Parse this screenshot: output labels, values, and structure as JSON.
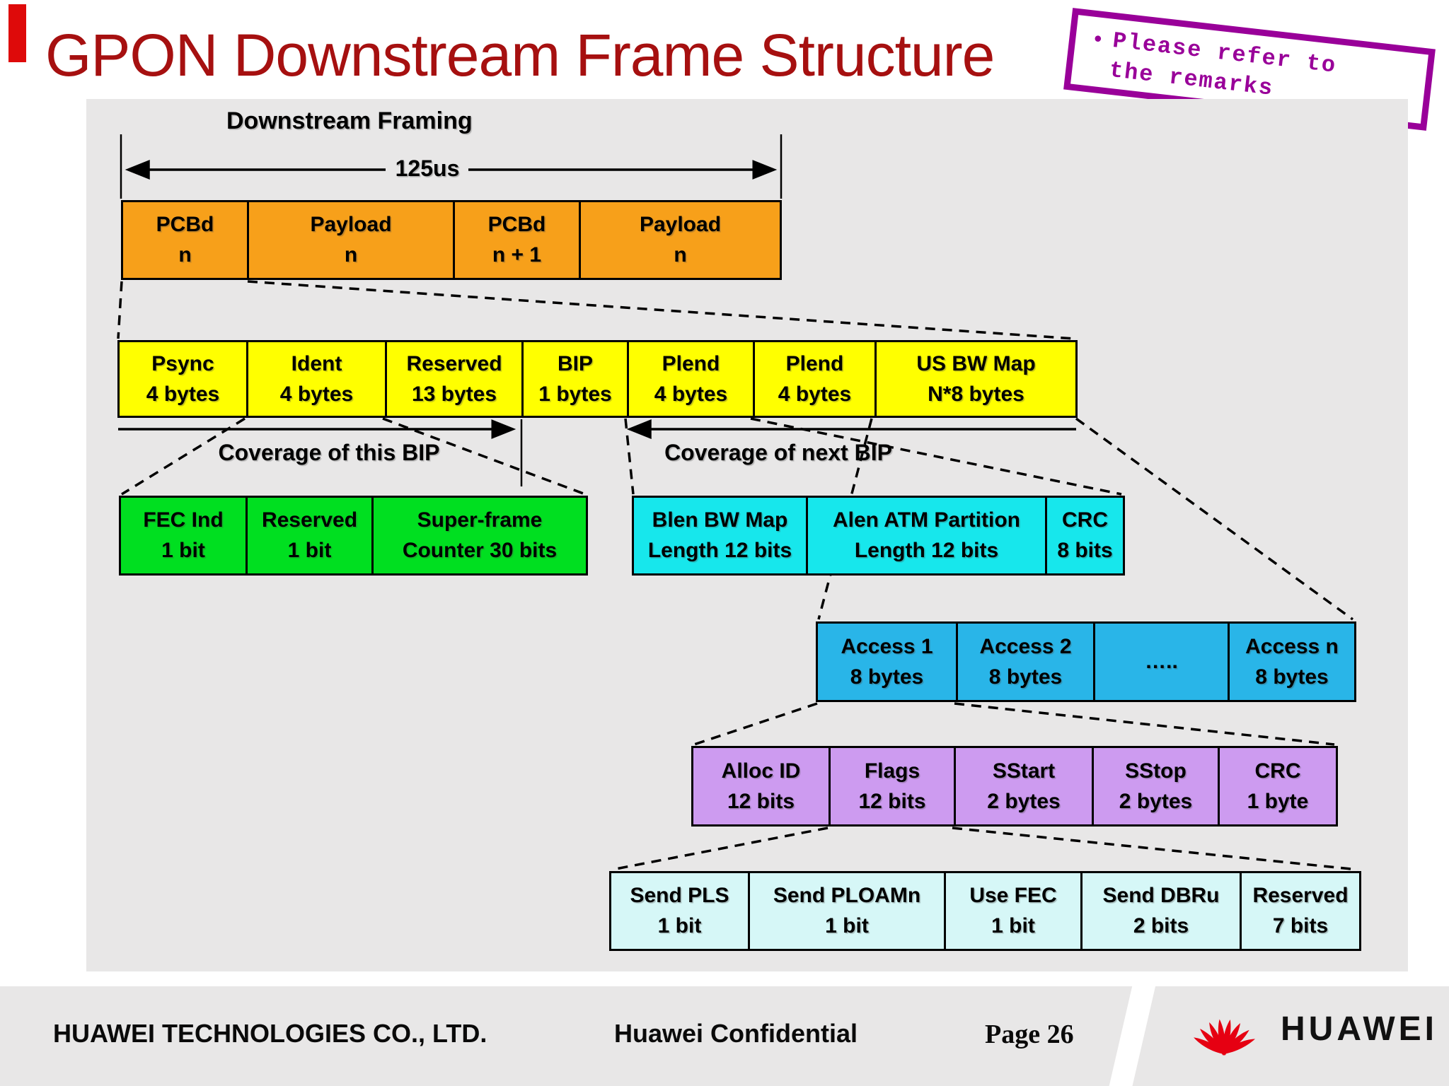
{
  "title": "GPON Downstream Frame Structure",
  "note": {
    "bullet": "•",
    "line1": "Please refer to",
    "line2": "the remarks"
  },
  "colors": {
    "title_red": "#A61010",
    "note_purple": "#990099",
    "corner_red": "#DE0A0A",
    "panel_gray": "#E8E7E7",
    "frame_row": "#F7A01A",
    "pcbd_row": "#FFFF00",
    "ident_row": "#00DF20",
    "plend_row": "#17E7EC",
    "bwmap_row": "#29B5E8",
    "access_row": "#CD9BF0",
    "flags_row": "#D6F7F7",
    "logo_red": "#E60012"
  },
  "diagram": {
    "framing_label": "Downstream Framing",
    "duration_label": "125us",
    "coverage_this_label": "Coverage of this BIP",
    "coverage_next_label": "Coverage of next BIP",
    "rows": {
      "frame": {
        "cells": [
          {
            "l1": "PCBd",
            "l2": "n"
          },
          {
            "l1": "Payload",
            "l2": "n"
          },
          {
            "l1": "PCBd",
            "l2": "n + 1"
          },
          {
            "l1": "Payload",
            "l2": "n"
          }
        ]
      },
      "pcbd": {
        "cells": [
          {
            "l1": "Psync",
            "l2": "4 bytes"
          },
          {
            "l1": "Ident",
            "l2": "4 bytes"
          },
          {
            "l1": "Reserved",
            "l2": "13 bytes"
          },
          {
            "l1": "BIP",
            "l2": "1 bytes"
          },
          {
            "l1": "Plend",
            "l2": "4 bytes"
          },
          {
            "l1": "Plend",
            "l2": "4 bytes"
          },
          {
            "l1": "US BW Map",
            "l2": "N*8 bytes"
          }
        ]
      },
      "ident": {
        "cells": [
          {
            "l1": "FEC Ind",
            "l2": "1 bit"
          },
          {
            "l1": "Reserved",
            "l2": "1 bit"
          },
          {
            "l1": "Super-frame",
            "l2": "Counter 30 bits"
          }
        ]
      },
      "plend": {
        "cells": [
          {
            "l1": "Blen BW Map",
            "l2": "Length 12 bits"
          },
          {
            "l1": "Alen ATM Partition",
            "l2": "Length 12 bits"
          },
          {
            "l1": "CRC",
            "l2": "8 bits"
          }
        ]
      },
      "bwmap": {
        "cells": [
          {
            "l1": "Access 1",
            "l2": "8 bytes"
          },
          {
            "l1": "Access 2",
            "l2": "8 bytes"
          },
          {
            "l1": "…..",
            "l2": ""
          },
          {
            "l1": "Access n",
            "l2": "8 bytes"
          }
        ]
      },
      "access": {
        "cells": [
          {
            "l1": "Alloc ID",
            "l2": "12 bits"
          },
          {
            "l1": "Flags",
            "l2": "12 bits"
          },
          {
            "l1": "SStart",
            "l2": "2 bytes"
          },
          {
            "l1": "SStop",
            "l2": "2 bytes"
          },
          {
            "l1": "CRC",
            "l2": "1 byte"
          }
        ]
      },
      "flags": {
        "cells": [
          {
            "l1": "Send PLS",
            "l2": "1 bit"
          },
          {
            "l1": "Send PLOAMn",
            "l2": "1 bit"
          },
          {
            "l1": "Use FEC",
            "l2": "1 bit"
          },
          {
            "l1": "Send DBRu",
            "l2": "2 bits"
          },
          {
            "l1": "Reserved",
            "l2": "7 bits"
          }
        ]
      }
    }
  },
  "footer": {
    "company": "HUAWEI TECHNOLOGIES CO., LTD.",
    "confidential": "Huawei Confidential",
    "page": "Page 26",
    "logo_text": "HUAWEI"
  }
}
